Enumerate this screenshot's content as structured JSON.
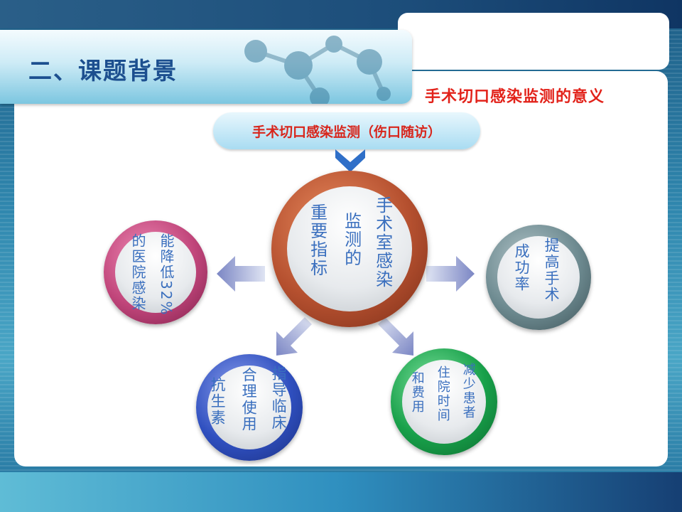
{
  "slide_title": "二、课题背景",
  "subtitle": "手术切口感染监测的意义",
  "pill_text": "手术切口感染监测（伤口随访）",
  "center": {
    "col1": "手术室感染",
    "col2": "监测的",
    "col3": "重要指标"
  },
  "left": {
    "col1": "能降低32%",
    "col2": "的医院感染"
  },
  "right": {
    "col1": "提高手术",
    "col2": "成功率"
  },
  "bottom_left": {
    "col1": "指导临床",
    "col2": "合理使用",
    "col3": "抗生素"
  },
  "bottom_right": {
    "col1": "减少患者",
    "col2": "住院时间",
    "col3": "和费用"
  },
  "colors": {
    "title": "#1c4f8f",
    "subtitle": "#e2221a",
    "center_ring": "#b5502f",
    "left_ring": "#c0457a",
    "right_ring": "#6d8a90",
    "bottom_left_ring": "#2f4fbf",
    "bottom_right_ring": "#18a04a",
    "circle_text": "#3a6fbe"
  },
  "icons": [
    "molecule-decoration",
    "chevron-down-icon",
    "arrow-left-icon",
    "arrow-right-icon",
    "arrow-down-left-icon",
    "arrow-down-right-icon"
  ]
}
